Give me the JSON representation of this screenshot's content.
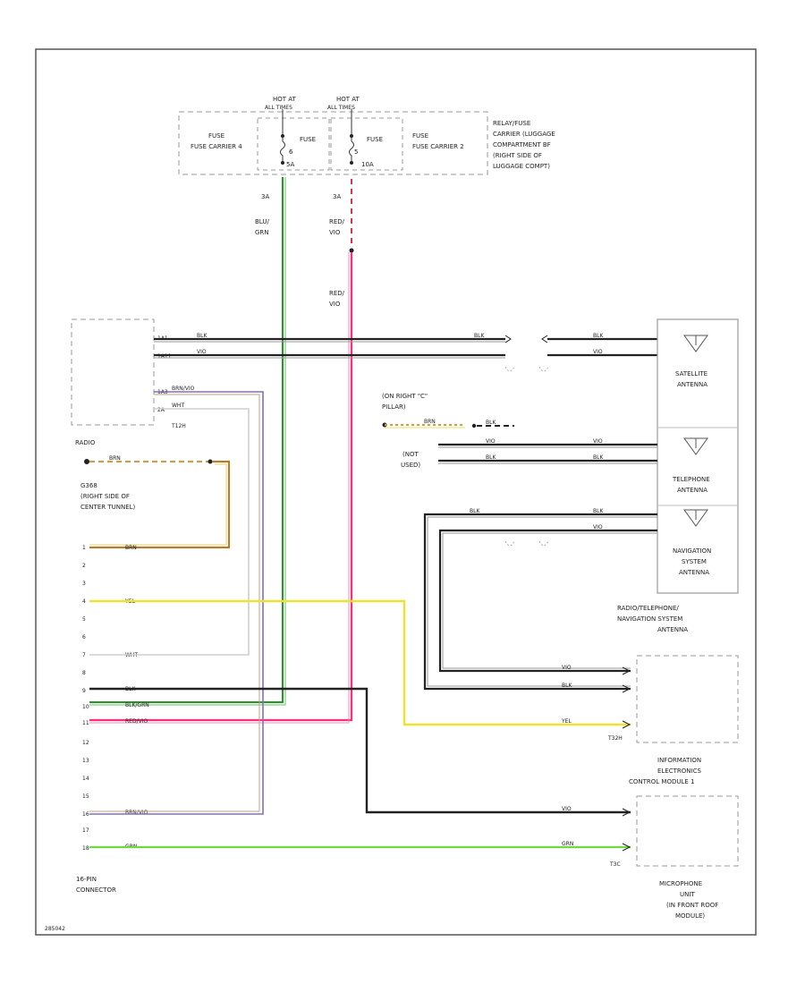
{
  "hot_at": "HOT AT",
  "all_times": "ALL TIMES",
  "fuse_carrier_4": "FUSE CARRIER 4",
  "fuse_carrier_2": "FUSE CARRIER 2",
  "fuse_word": "FUSE",
  "fuse_4_num": "6",
  "fuse_2_num": "5",
  "fuse_4_amp": "5A",
  "fuse_2_amp": "10A",
  "relay_block": [
    "RELAY/FUSE",
    "CARRIER (LUGGAGE",
    "COMPARTMENT BF",
    "(RIGHT SIDE OF",
    "LUGGAGE COMPT)"
  ],
  "pin_left": "3A",
  "pin_right": "3A",
  "wire_blu_grn": [
    "BLU/",
    "GRN"
  ],
  "wire_red_vio": [
    "RED/",
    "VIO"
  ],
  "radio": "RADIO",
  "radio_pins": [
    "1A1",
    "1A11",
    "1A3",
    "2A"
  ],
  "radio_conn": "T12H",
  "sat_antenna": [
    "SATELLITE",
    "ANTENNA"
  ],
  "tel_antenna": [
    "TELEPHONE",
    "ANTENNA"
  ],
  "nav_antenna": [
    "NAVIGATION",
    "SYSTEM",
    "ANTENNA"
  ],
  "rtn_antenna": [
    "RADIO/TELEPHONE/",
    "NAVIGATION SYSTEM",
    "ANTENNA"
  ],
  "pillar": [
    "(ON RIGHT \"C\"",
    "PILLAR)"
  ],
  "not_used": [
    "(NOT",
    "USED)"
  ],
  "ground": [
    "G368",
    "(RIGHT SIDE OF",
    "CENTER TUNNEL)"
  ],
  "pin_numbers": [
    "1",
    "2",
    "3",
    "4",
    "5",
    "6",
    "7",
    "8",
    "9",
    "10",
    "11",
    "12",
    "13",
    "14",
    "15",
    "16",
    "17",
    "18"
  ],
  "wire_labels": {
    "blk": "BLK",
    "vio": "VIO",
    "brn_vio": "BRN/VIO",
    "wht": "WHT",
    "brn": "BRN",
    "yel": "YEL",
    "blk_grn": "BLK/GRN",
    "red_vio": "RED/VIO",
    "grn": "GRN"
  },
  "info_module": [
    "INFORMATION",
    "ELECTRONICS",
    "CONTROL MODULE 1"
  ],
  "info_conn": "T32H",
  "mic_unit": [
    "MICROPHONE",
    "UNIT",
    "(IN FRONT ROOF",
    "MODULE)"
  ],
  "mic_conn": "T3C",
  "connector_16pin": [
    "16-PIN",
    "CONNECTOR"
  ],
  "figure_id": "285042"
}
